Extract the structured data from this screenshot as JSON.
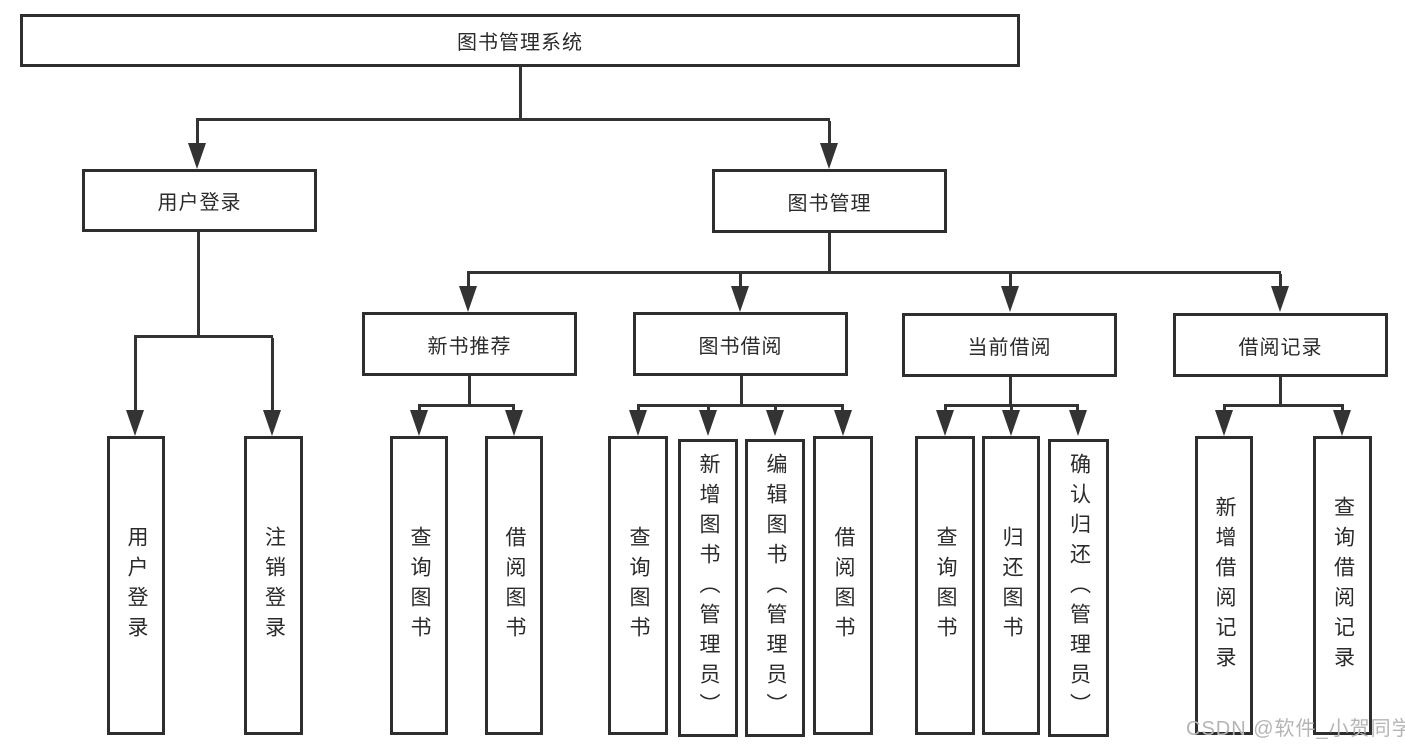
{
  "tree": {
    "root": {
      "label": "图书管理系统"
    },
    "branches": [
      {
        "label": "用户登录",
        "children": [
          "用户登录",
          "注销登录"
        ]
      },
      {
        "label": "图书管理",
        "children": [
          {
            "label": "新书推荐",
            "children": [
              "查询图书",
              "借阅图书"
            ]
          },
          {
            "label": "图书借阅",
            "children": [
              "查询图书",
              "新增图书（管理员）",
              "编辑图书（管理员）",
              "借阅图书"
            ]
          },
          {
            "label": "当前借阅",
            "children": [
              "查询图书",
              "归还图书",
              "确认归还（管理员）"
            ]
          },
          {
            "label": "借阅记录",
            "children": [
              "新增借阅记录",
              "查询借阅记录"
            ]
          }
        ]
      }
    ]
  },
  "watermark": {
    "text": "CSDN @软件_小贺同学"
  },
  "colors": {
    "line": "#333333",
    "border": "#2e2e2e",
    "text": "#2b2b2b",
    "watermark": "#b5b5b5",
    "background": "#ffffff"
  }
}
